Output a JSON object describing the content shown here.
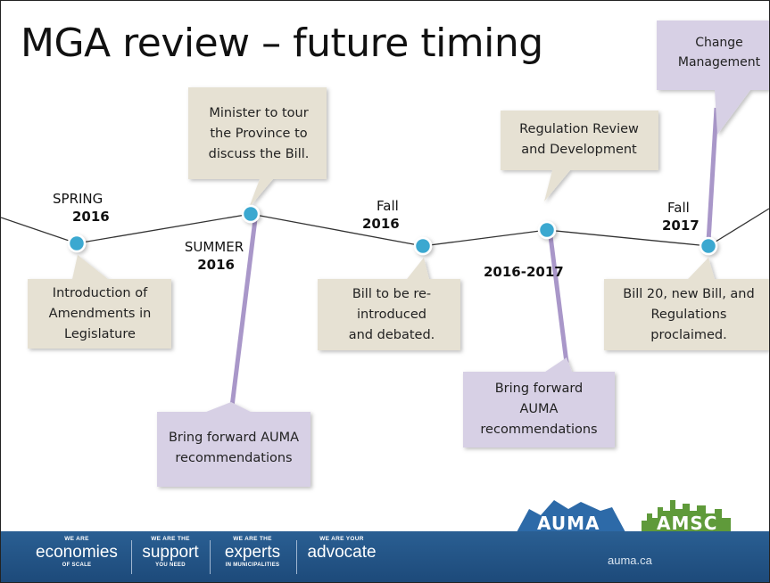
{
  "slide": {
    "title": "MGA review – future timing"
  },
  "milestones": [
    {
      "season": "SPRING",
      "year": "2016"
    },
    {
      "season": "SUMMER",
      "year": "2016"
    },
    {
      "season": "Fall",
      "year": "2016"
    },
    {
      "season": "",
      "year": "2016-2017"
    },
    {
      "season": "Fall",
      "year": "2017"
    }
  ],
  "callouts": {
    "minister_tour": "Minister to tour the Province to discuss the Bill.",
    "regulation_review": "Regulation Review and Development",
    "change_management": "Change Management",
    "introduction": "Introduction of Amendments in Legislature",
    "bill_reintroduced": "Bill to be re-introduced and debated.",
    "bill_20": "Bill 20, new Bill, and Regulations proclaimed.",
    "bring_forward_1": "Bring forward AUMA recommendations",
    "bring_forward_2": "Bring forward AUMA recommendations"
  },
  "colors": {
    "beige_box": "#e6e1d3",
    "purple_box": "#d7d0e5",
    "purple_line": "#a997c9",
    "dot": "#3aa8d0",
    "footer": "#245689"
  },
  "footer": {
    "items": [
      {
        "top": "WE ARE",
        "main": "economies",
        "bottom": "OF SCALE"
      },
      {
        "top": "WE ARE THE",
        "main": "support",
        "bottom": "YOU NEED"
      },
      {
        "top": "WE ARE THE",
        "main": "experts",
        "bottom": "IN MUNICIPALITIES"
      },
      {
        "top": "WE ARE YOUR",
        "main": "advocate",
        "bottom": ""
      }
    ],
    "website": "auma.ca",
    "logo_auma": "AUMA",
    "logo_amsc": "AMSC"
  }
}
